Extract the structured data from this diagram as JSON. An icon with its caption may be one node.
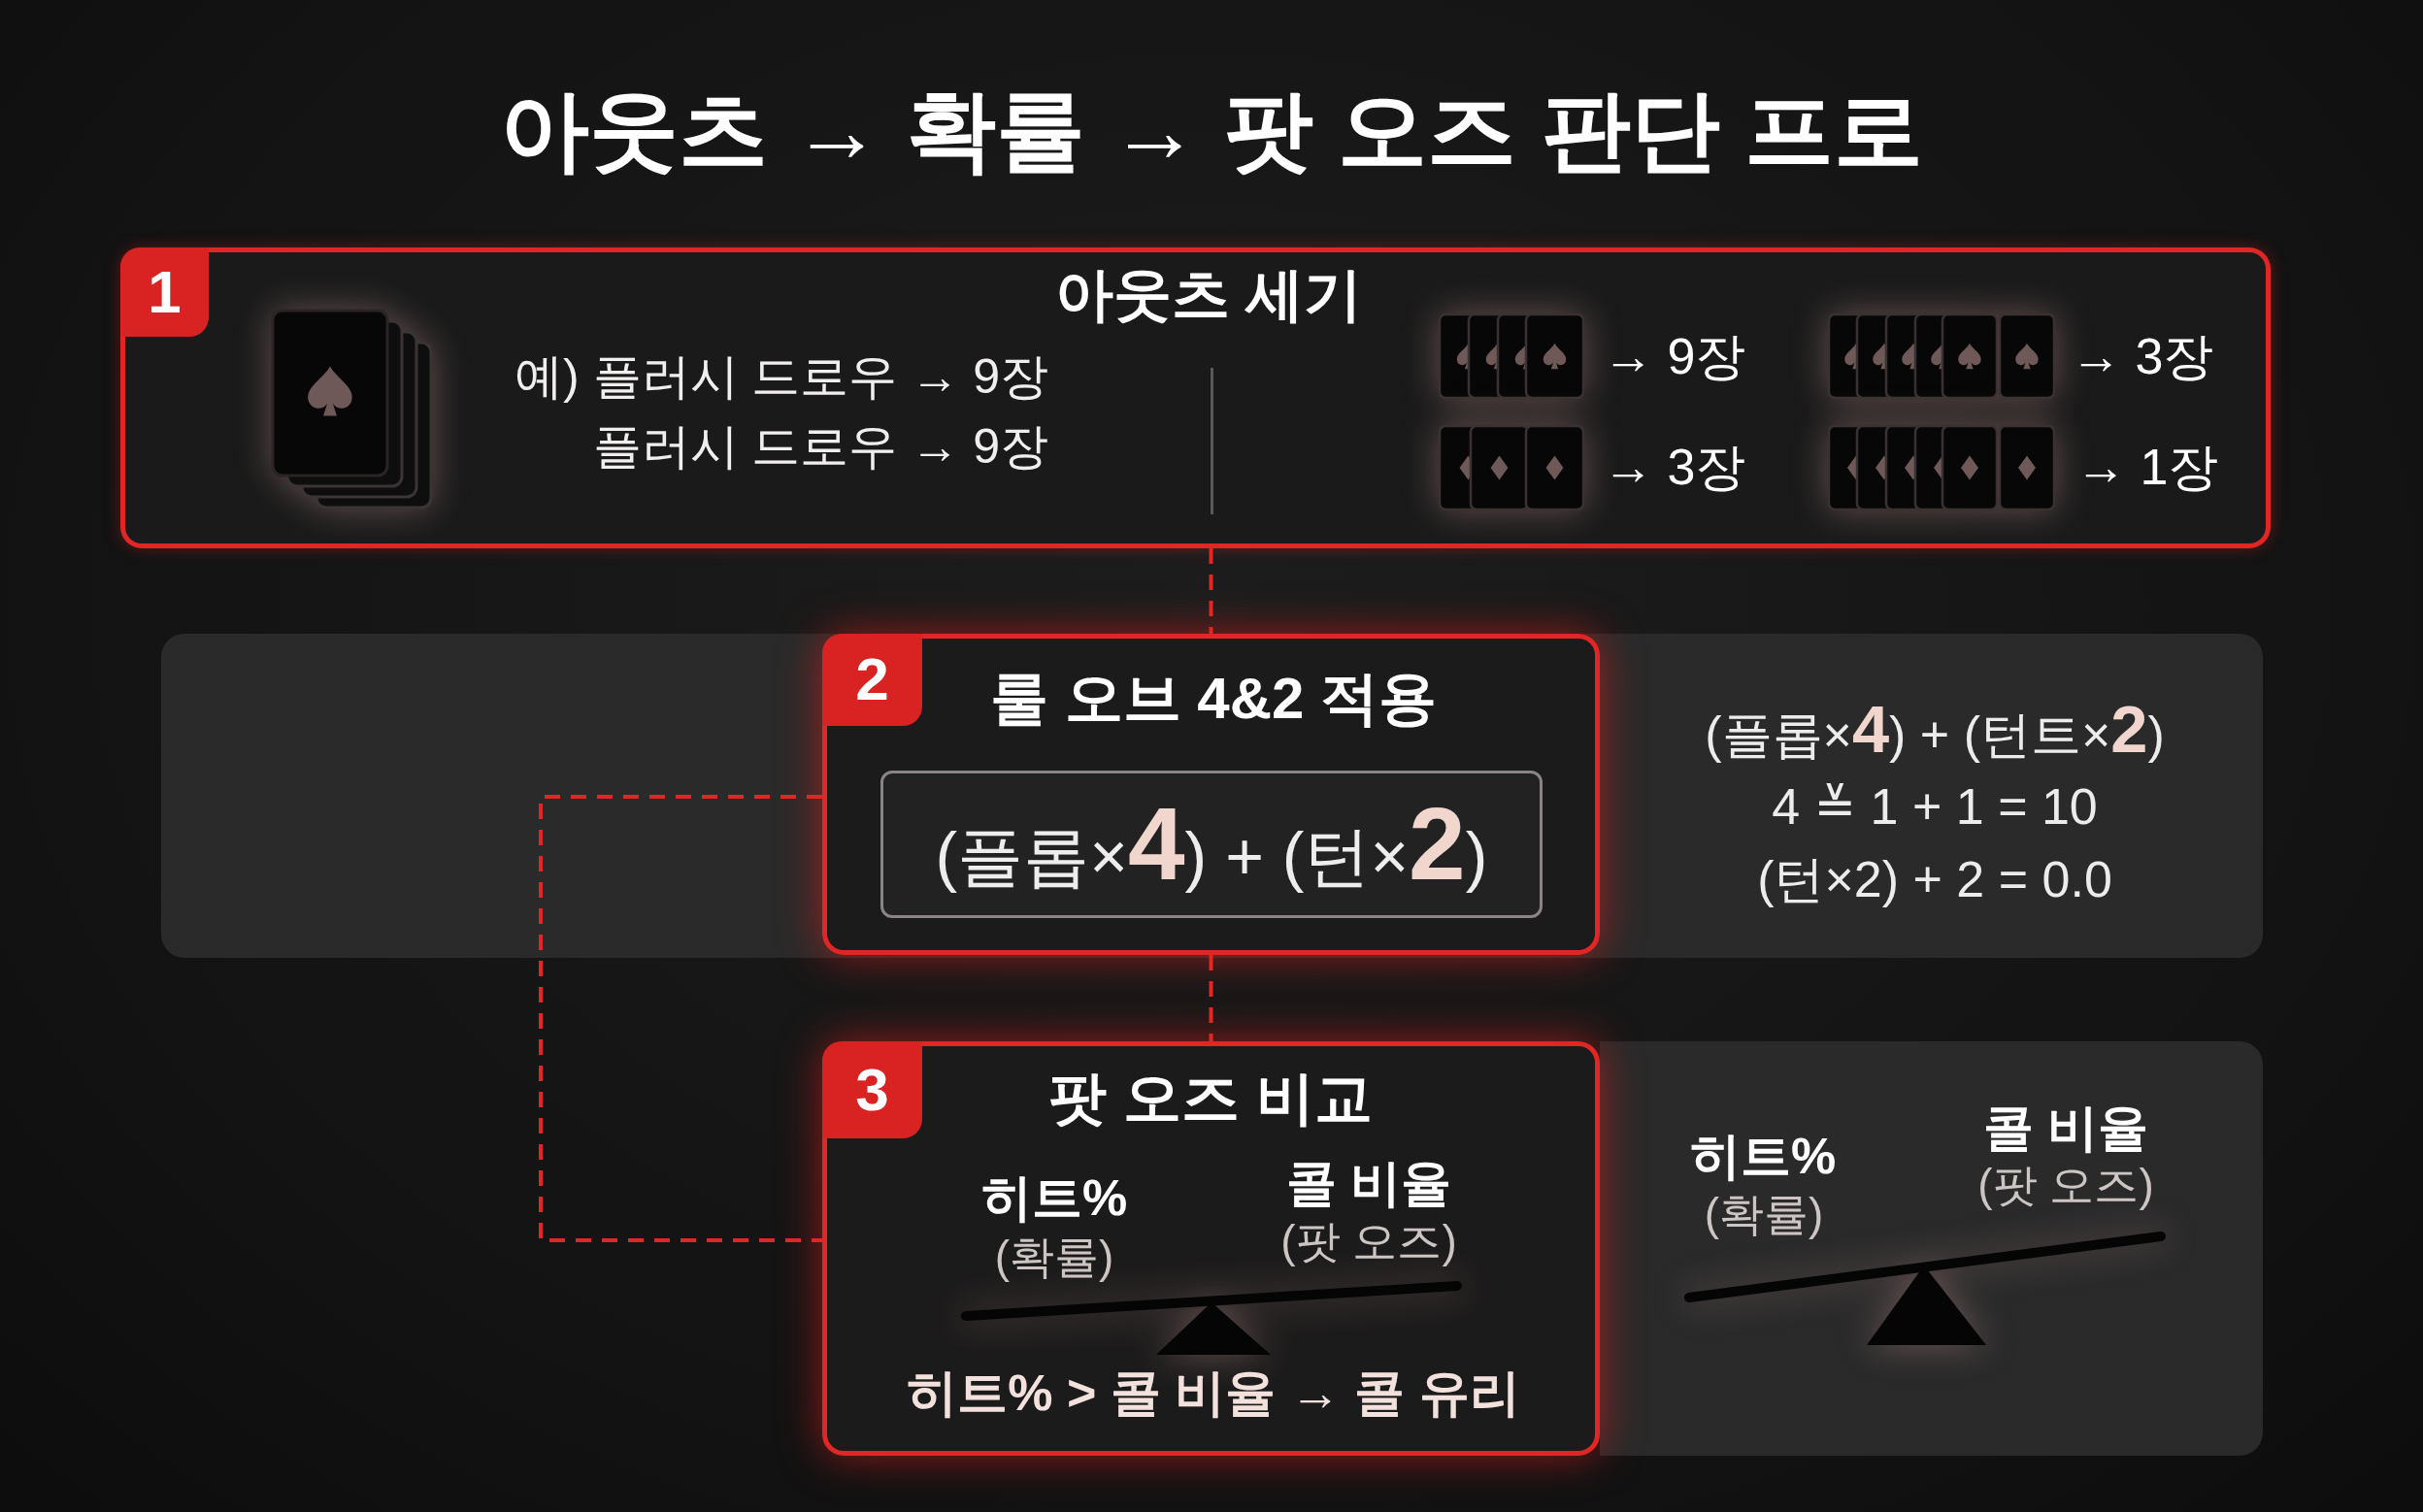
{
  "diagram": {
    "title": "아웃츠 → 확률 → 팟 오즈 판단 프로",
    "nodes": [
      {
        "text": [
          "아웃츠 세기",
          "예) 플러시 드로우 → 9장",
          "플러시 드로우 → 9장",
          "→ 9장",
          "→ 3장",
          "→ 3장",
          "→ 1장"
        ]
      },
      {
        "text": [
          "1"
        ],
        "in": 0
      },
      {
        "text": [
          "(플롭×**4**) + (턴트×**2**)",
          "4 ≚ 1 + 1 = 10",
          "(턴×2) + 2 = 0.0"
        ]
      },
      {
        "text": [
          "룰 오브 4&2 적용"
        ],
        "in": 2
      },
      {
        "text": [
          "2"
        ],
        "in": 3
      },
      {
        "text": [
          "(플롭×**4**) + (턴×**2**)"
        ],
        "in": 3
      },
      {
        "text": [
          "팟 오즈 비교",
          "히트%",
          "(확률)",
          "콜 비율",
          "(팟 오즈)",
          "히트% > 콜 비율 → 콜 유리"
        ]
      },
      {
        "text": [
          "3"
        ],
        "in": 6
      },
      {
        "text": [
          "히트%",
          "(확률)",
          "콜 비율",
          "(팟 오즈)"
        ]
      }
    ],
    "edges": [
      {
        "from": 0,
        "to": 3,
        "arrow": "none",
        "style": "dashed"
      },
      {
        "from": 3,
        "to": 6,
        "arrow": "none",
        "style": "dashed"
      },
      {
        "from": 3,
        "to": 6,
        "arrow": "none",
        "style": "dashed"
      }
    ]
  }
}
